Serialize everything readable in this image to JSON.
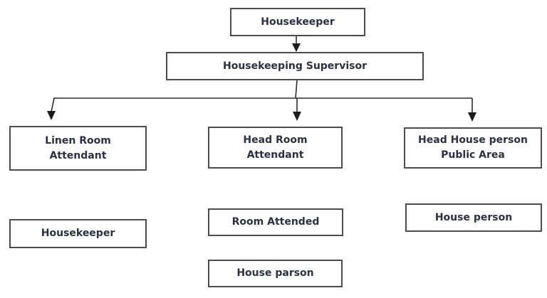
{
  "diagram": {
    "type": "org-chart",
    "title": "Housekeeping department organization chart",
    "colors": {
      "background": "#ffffff",
      "box_border": "#4c4c4c",
      "connector_line": "#2b2b2b",
      "text": "#2b3140"
    },
    "nodes": [
      {
        "id": "housekeeper-top",
        "label": "Housekeeper"
      },
      {
        "id": "housekeeping-supervisor",
        "label": "Housekeeping Supervisor"
      },
      {
        "id": "linen-room-attendant",
        "label": "Linen Room\nAttendant"
      },
      {
        "id": "head-room-attendant",
        "label": "Head Room\nAttendant"
      },
      {
        "id": "head-house-person-public-area",
        "label": "Head House person\nPublic Area"
      },
      {
        "id": "housekeeper-lower",
        "label": "Housekeeper"
      },
      {
        "id": "room-attended",
        "label": "Room Attended"
      },
      {
        "id": "house-person",
        "label": "House person"
      },
      {
        "id": "house-parson",
        "label": "House parson"
      }
    ],
    "edges": [
      {
        "from": "housekeeper-top",
        "to": "housekeeping-supervisor"
      },
      {
        "from": "housekeeping-supervisor",
        "to": "linen-room-attendant"
      },
      {
        "from": "housekeeping-supervisor",
        "to": "head-room-attendant"
      },
      {
        "from": "housekeeping-supervisor",
        "to": "head-house-person-public-area"
      }
    ]
  }
}
